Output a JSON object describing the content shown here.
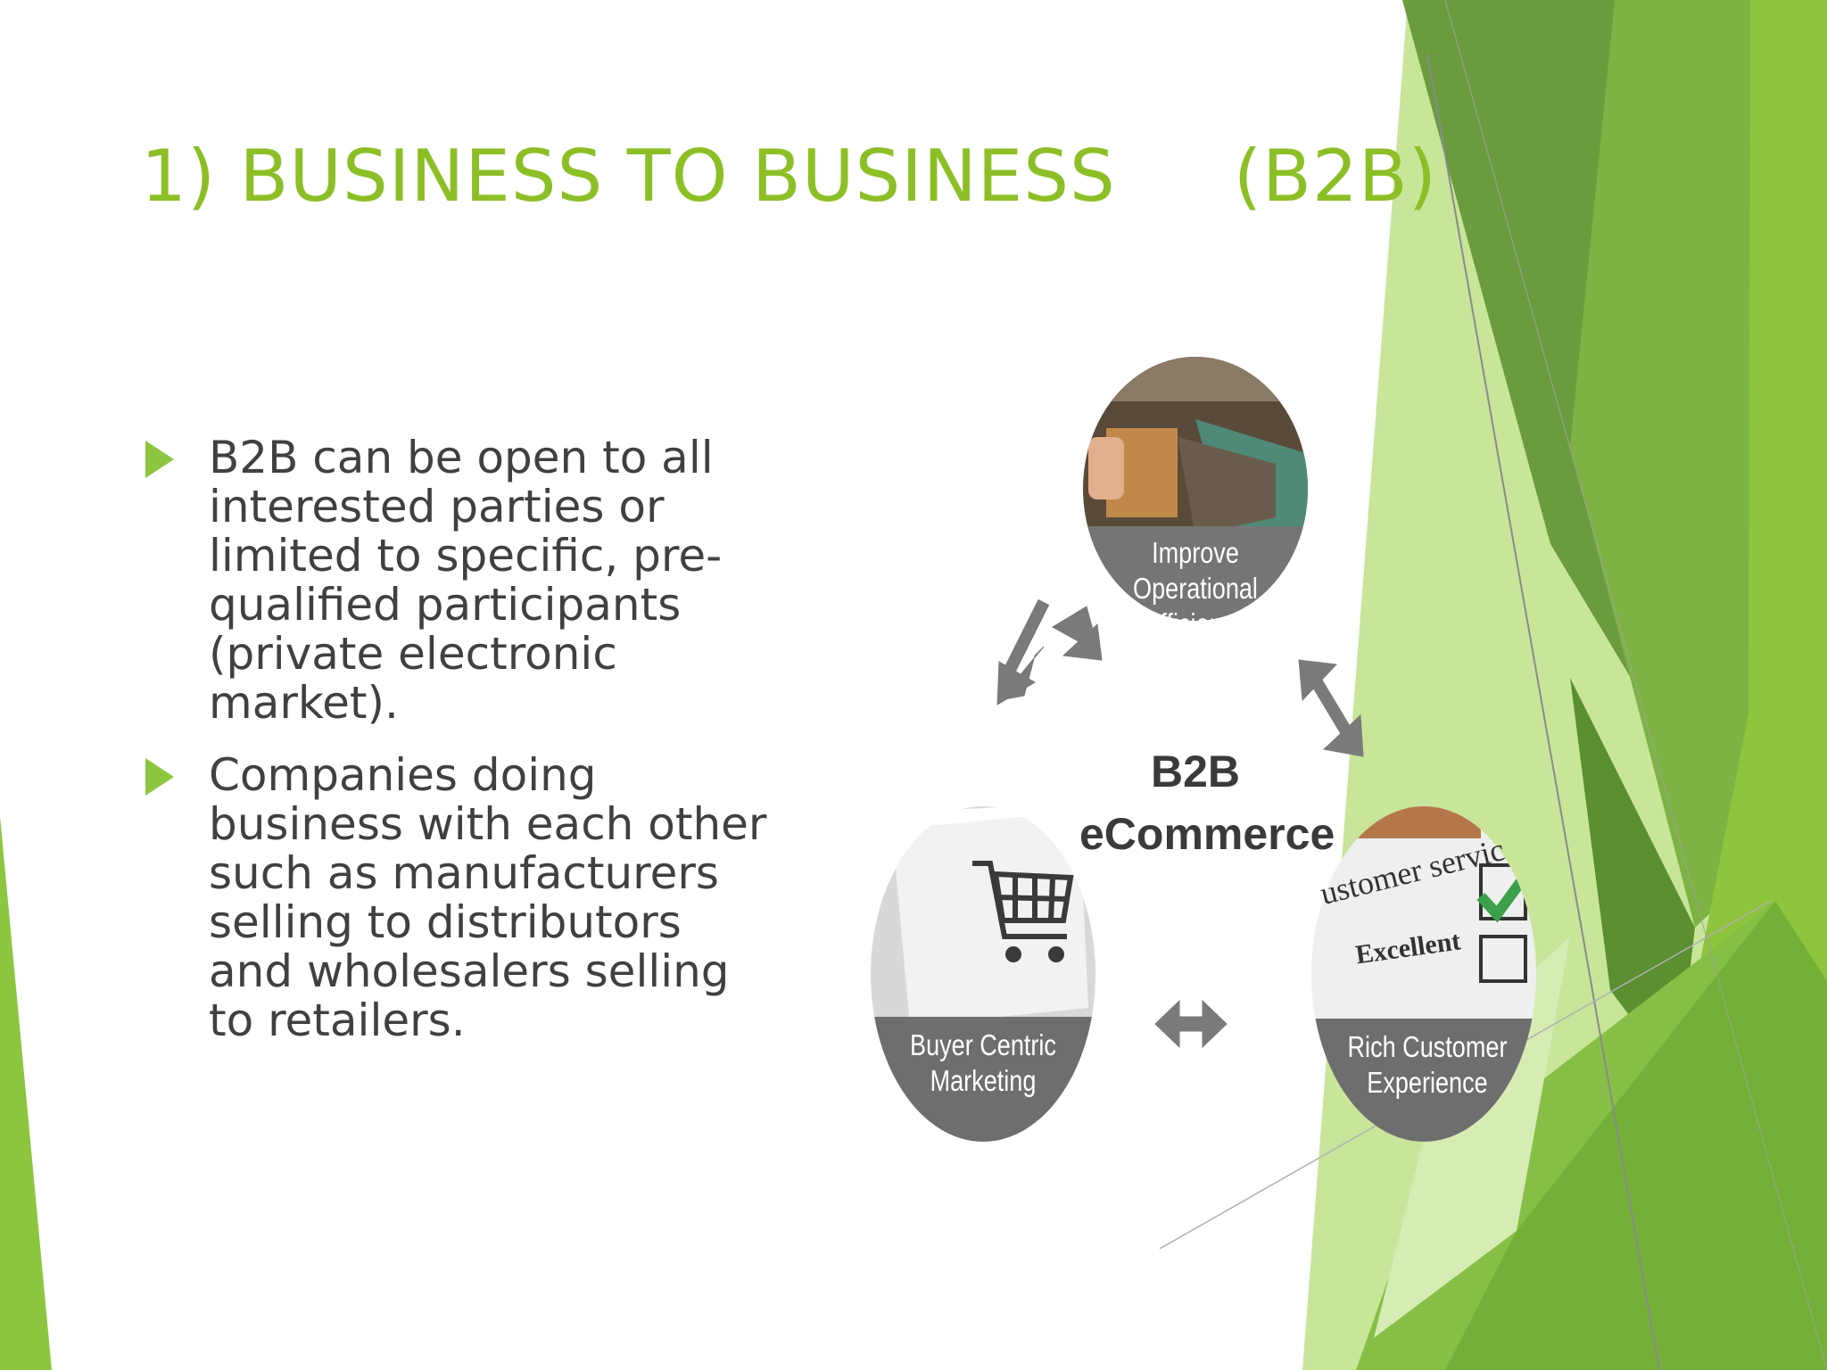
{
  "slide": {
    "title": "1) BUSINESS TO BUSINESS     (B2B)",
    "bullets": [
      "B2B can be open to all interested parties or limited to specific, pre-qualified participants (private electronic market).",
      "Companies doing business with each other such as manufacturers selling to distributors and wholesalers selling to retailers."
    ],
    "colors": {
      "title": "#8cbf26",
      "bullet_marker": "#8cc63f",
      "body_text": "#404040",
      "accent_dark": "#6e9d3a",
      "accent_light": "#9ccd3c"
    }
  },
  "diagram": {
    "center_label_1": "B2B",
    "center_label_2": "eCommerce",
    "nodes": [
      {
        "label_line_1": "Improve",
        "label_line_2": "Operational",
        "label_line_3": "Efficiency",
        "icon": "warehouse-box-icon"
      },
      {
        "label_line_1": "Buyer Centric",
        "label_line_2": "Marketing",
        "icon": "shopping-cart-icon"
      },
      {
        "label_line_1": "Rich Customer",
        "label_line_2": "Experience",
        "icon": "customer-service-checklist-icon"
      }
    ],
    "card_text_1": "ustomer servic",
    "card_text_2": "Excellent"
  }
}
